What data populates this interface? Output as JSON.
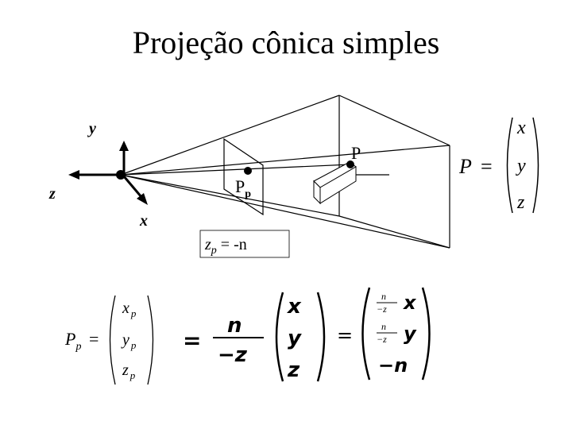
{
  "title": "Projeção cônica simples",
  "labels": {
    "y_axis": "y",
    "z_axis": "z",
    "x_axis": "x",
    "point_P": "P",
    "point_Pp_main": "P",
    "point_Pp_sub": "p",
    "zp_main": "z",
    "zp_sub": "p",
    "zp_rest": " = -n"
  },
  "vector_P": {
    "lhs": "P",
    "eq": "=",
    "entries": [
      "x",
      "y",
      "z"
    ]
  },
  "equation": {
    "lhs_main": "P",
    "lhs_sub": "p",
    "lhs_eq": "=",
    "pp_entries": [
      {
        "main": "x",
        "sub": "p"
      },
      {
        "main": "y",
        "sub": "p"
      },
      {
        "main": "z",
        "sub": "p"
      }
    ],
    "eq1": "=",
    "frac_num": "n",
    "frac_den": "−z",
    "xyz": [
      "x",
      "y",
      "z"
    ],
    "eq2": "=",
    "rhs_small_num": "n",
    "rhs_small_den": "−z",
    "rhs_entries": [
      "x",
      "y"
    ],
    "rhs_last": "−n"
  }
}
